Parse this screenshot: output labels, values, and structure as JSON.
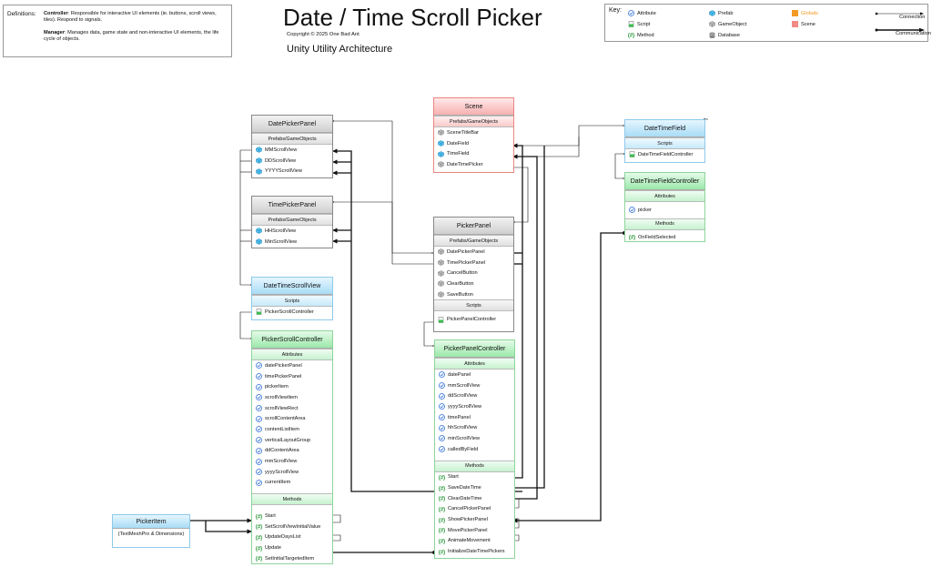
{
  "title": "Date / Time Scroll Picker",
  "copyright": "Copyright © 2025 One Bad Ant",
  "subtitle": "Unity Utility Architecture",
  "definitions": {
    "heading": "Definitions:",
    "controller_term": "Controller",
    "controller_text": ": Responsible for interactive UI elements (ie. buttons, scroll views, tiles). Respond to signals.",
    "manager_term": "Manager",
    "manager_text": ": Manages data, game state and non-interactive UI elements, the life cycle of objects."
  },
  "key": {
    "label": "Key:",
    "attribute": "Attribute",
    "script": "Script",
    "method": "Method",
    "prefab": "Prefab",
    "gameobject": "GameObject",
    "database": "Database",
    "globals": "Globals",
    "scene": "Scene",
    "connection": "Connection",
    "communication": "Communication"
  },
  "colors": {
    "globals": "#f39a24",
    "scene": "#f28b86",
    "prefab_blue": "#2ea7df",
    "script_green": "#3cbf52",
    "method_green": "#2a9a3c"
  },
  "date_picker_panel": {
    "title": "DatePickerPanel",
    "section": "Prefabs/GameObjects",
    "items": [
      "MMScrollView",
      "DDScrollView",
      "YYYYScrollView"
    ]
  },
  "time_picker_panel": {
    "title": "TimePickerPanel",
    "section": "Prefabs/GameObjects",
    "items": [
      "HHScrollView",
      "MinScrollView"
    ]
  },
  "datetime_scroll_view": {
    "title": "DateTimeScrollView",
    "section": "Scripts",
    "items": [
      "PickerScrollController"
    ]
  },
  "picker_scroll_controller": {
    "title": "PickerScrollController",
    "attributes_label": "Attributes",
    "attributes": [
      "datePickerPanel",
      "timePickerPanel",
      "pickerItem",
      "scrollViewItem",
      "scrollViewRect",
      "scrollContentArea",
      "contentListItem",
      "verticalLayoutGroup",
      "ddContentArea",
      "mmScrollView",
      "yyyyScrollView",
      "currentItem"
    ],
    "methods_label": "Methods",
    "methods": [
      "Start",
      "SetScrollViewInitialValue",
      "UpdateDaysList",
      "Update",
      "SetInitialTargetedItem"
    ]
  },
  "picker_item": {
    "title": "PickerItem",
    "body": "(TextMeshPro & Dimensions)"
  },
  "scene": {
    "title": "Scene",
    "section": "Prefabs/GameObjects",
    "items": [
      "SceneTitleBar",
      "DateField",
      "TimeField",
      "DateTimePicker"
    ]
  },
  "picker_panel": {
    "title": "PickerPanel",
    "section": "Prefabs/GameObjects",
    "items": [
      "DatePickerPanel",
      "TimePickerPanel",
      "CancelButton",
      "ClearButton",
      "SaveButton"
    ],
    "scripts_label": "Scripts",
    "scripts": [
      "PickerPanelController"
    ]
  },
  "picker_panel_controller": {
    "title": "PickerPanelController",
    "attributes_label": "Attributes",
    "attributes": [
      "datePanel",
      "mmScrollView",
      "ddScrollView",
      "yyyyScrollView",
      "timePanel",
      "hhScrollView",
      "minScrollView",
      "calledByField"
    ],
    "methods_label": "Methods",
    "methods": [
      "Start",
      "SaveDateTime",
      "ClearDateTime",
      "CancelPickerPanel",
      "ShowPickerPanel",
      "MovePickerPanel",
      "AnimateMovement",
      "InitializeDateTimePickers"
    ]
  },
  "datetime_field": {
    "title": "DateTimeField",
    "section": "Scripts",
    "items": [
      "DateTimeFieldController"
    ]
  },
  "datetime_field_controller": {
    "title": "DateTimeFieldController",
    "attributes_label": "Attributes",
    "attributes": [
      "picker"
    ],
    "methods_label": "Methods",
    "methods": [
      "OnFieldSelected"
    ]
  }
}
